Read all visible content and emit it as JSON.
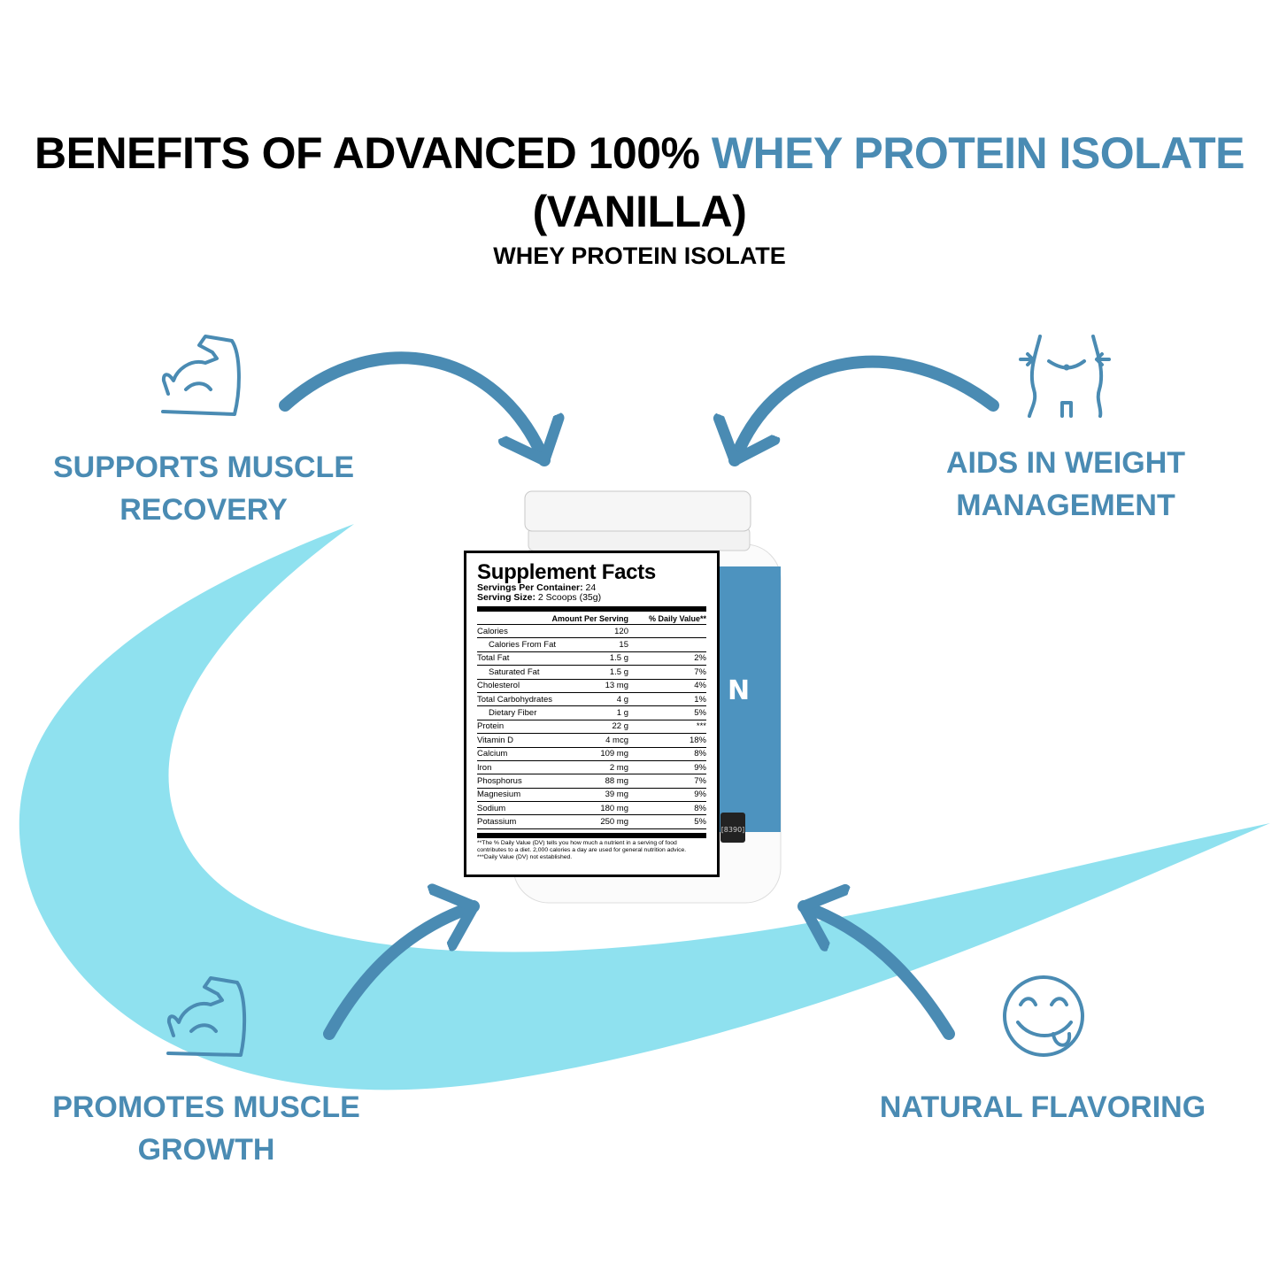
{
  "header": {
    "title_black": "BENEFITS OF ADVANCED 100%",
    "title_blue": "WHEY PROTEIN ISOLATE",
    "title_line2": "(VANILLA)",
    "subtitle": "WHEY PROTEIN ISOLATE"
  },
  "colors": {
    "accent": "#4a8bb3",
    "swoosh": "#8fe1ef",
    "arrow": "#4a8bb3"
  },
  "benefits": [
    {
      "icon": "flexed-arm-icon",
      "line1": "SUPPORTS MUSCLE",
      "line2": "RECOVERY"
    },
    {
      "icon": "waist-icon",
      "line1": "AIDS IN WEIGHT",
      "line2": "MANAGEMENT"
    },
    {
      "icon": "flexed-arm-icon",
      "line1": "PROMOTES MUSCLE",
      "line2": "GROWTH"
    },
    {
      "icon": "smiley-tongue-icon",
      "line1": "NATURAL FLAVORING",
      "line2": ""
    }
  ],
  "jar": {
    "label_letter": "N",
    "code": "[8390]"
  },
  "facts": {
    "title": "Supplement Facts",
    "servings_label": "Servings Per Container:",
    "servings_value": "24",
    "size_label": "Serving Size:",
    "size_value": "2 Scoops (35g)",
    "col_amount": "Amount Per Serving",
    "col_dv": "% Daily Value**",
    "rows": [
      {
        "name": "Calories",
        "amount": "120",
        "dv": ""
      },
      {
        "name": "Calories From Fat",
        "amount": "15",
        "dv": ""
      },
      {
        "name": "Total Fat",
        "amount": "1.5 g",
        "dv": "2%"
      },
      {
        "name": "Saturated Fat",
        "amount": "1.5 g",
        "dv": "7%"
      },
      {
        "name": "Cholesterol",
        "amount": "13 mg",
        "dv": "4%"
      },
      {
        "name": "Total Carbohydrates",
        "amount": "4 g",
        "dv": "1%"
      },
      {
        "name": "Dietary Fiber",
        "amount": "1 g",
        "dv": "5%"
      },
      {
        "name": "Protein",
        "amount": "22 g",
        "dv": "***"
      },
      {
        "name": "Vitamin D",
        "amount": "4 mcg",
        "dv": "18%"
      },
      {
        "name": "Calcium",
        "amount": "109 mg",
        "dv": "8%"
      },
      {
        "name": "Iron",
        "amount": "2 mg",
        "dv": "9%"
      },
      {
        "name": "Phosphorus",
        "amount": "88 mg",
        "dv": "7%"
      },
      {
        "name": "Magnesium",
        "amount": "39 mg",
        "dv": "9%"
      },
      {
        "name": "Sodium",
        "amount": "180 mg",
        "dv": "8%"
      },
      {
        "name": "Potassium",
        "amount": "250 mg",
        "dv": "5%"
      }
    ],
    "footnote1": "**The % Daily Value (DV) tells you how much a nutrient in a serving of food contributes to a diet. 2,000 calories a day are used for general nutrition advice.",
    "footnote2": "***Daily Value (DV) not established."
  }
}
